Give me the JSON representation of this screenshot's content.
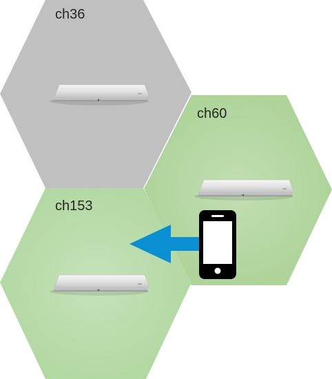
{
  "cells": [
    {
      "id": "top",
      "label": "ch36",
      "color": "#c0c0c0"
    },
    {
      "id": "right",
      "label": "ch60",
      "color": "#aed49a"
    },
    {
      "id": "bottom",
      "label": "ch153",
      "color": "#b3d9a3"
    }
  ],
  "access_points": [
    {
      "cell": "ch36"
    },
    {
      "cell": "ch60"
    },
    {
      "cell": "ch153"
    }
  ],
  "client": {
    "icon": "smartphone-icon"
  },
  "roam_arrow": {
    "icon": "arrow-left-icon",
    "color": "#0a8fd3"
  }
}
